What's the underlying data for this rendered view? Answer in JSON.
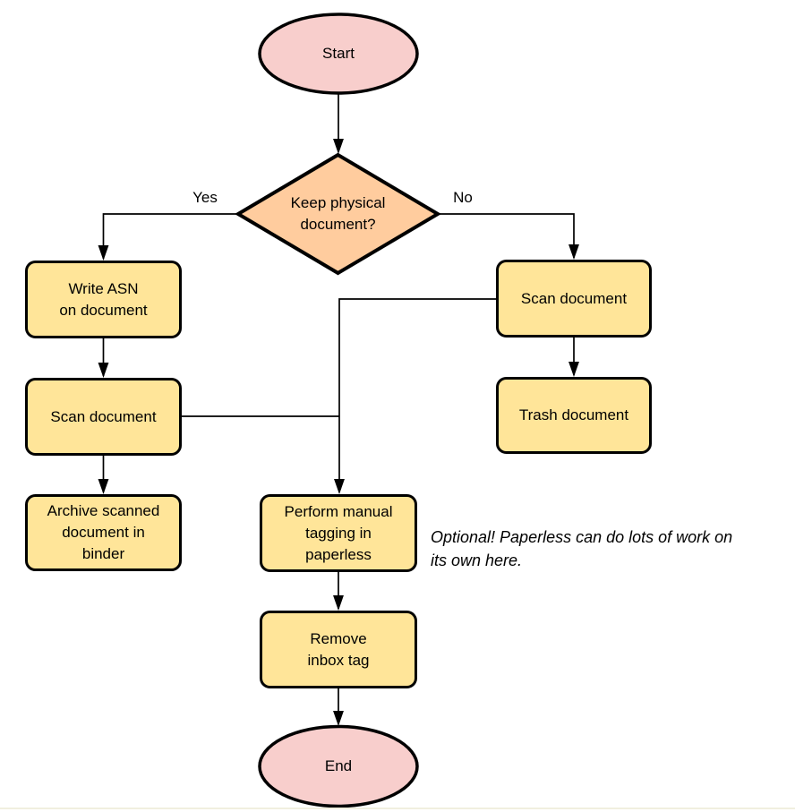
{
  "diagram": {
    "nodes": {
      "start": {
        "label": "Start"
      },
      "decision": {
        "label": "Keep physical\ndocument?"
      },
      "write_asn": {
        "label": "Write ASN\non document"
      },
      "scan_left": {
        "label": "Scan document"
      },
      "archive": {
        "label": "Archive scanned\ndocument in\nbinder"
      },
      "scan_right": {
        "label": "Scan document"
      },
      "trash": {
        "label": "Trash document"
      },
      "tagging": {
        "label": "Perform manual\ntagging in\npaperless"
      },
      "remove_inbox": {
        "label": "Remove\ninbox tag"
      },
      "end": {
        "label": "End"
      }
    },
    "edge_labels": {
      "yes": "Yes",
      "no": "No"
    },
    "note": "Optional! Paperless can do lots of work on\nits own here.",
    "colors": {
      "terminator_fill": "#f8cecc",
      "decision_fill": "#ffcc9e",
      "process_fill": "#ffe599",
      "stroke": "#000000"
    }
  }
}
